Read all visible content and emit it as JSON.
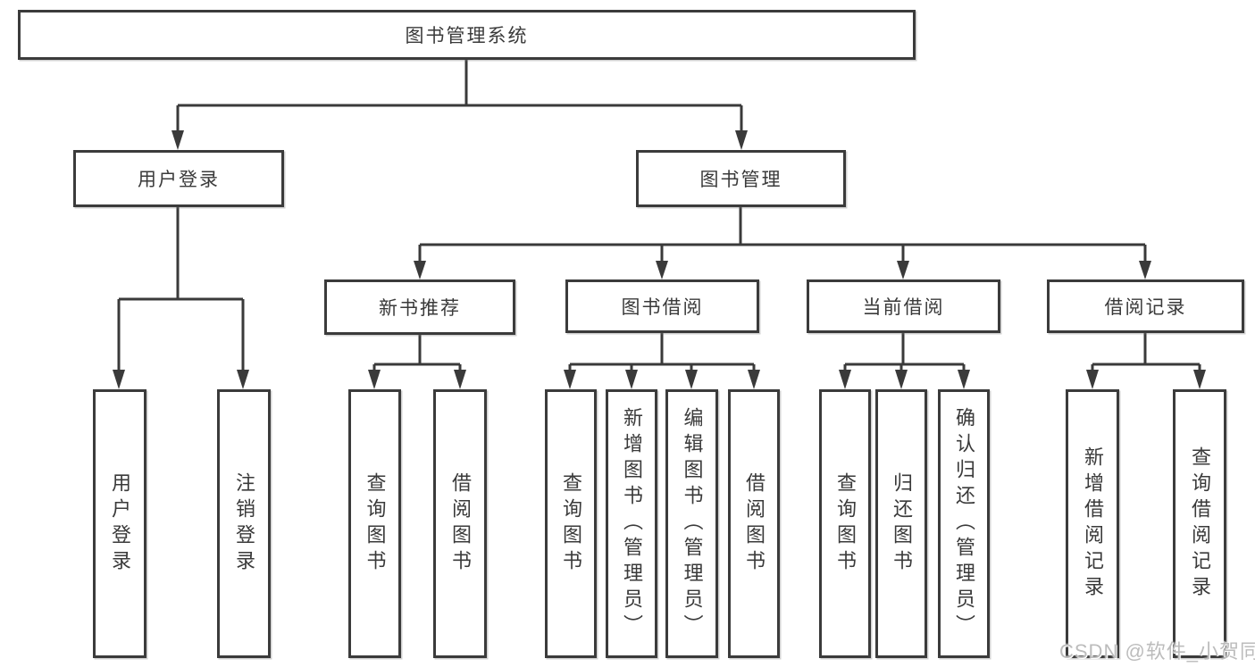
{
  "diagram": {
    "watermark": "CSDN @软件_小贺同学",
    "colors": {
      "line": "#3a3a3a",
      "box_border": "#3b3b3b",
      "text": "#3a3a3a",
      "background": "#ffffff",
      "watermark": "#bcbcbc"
    },
    "tree": {
      "root": {
        "label": "图书管理系统",
        "children": [
          {
            "label": "用户登录",
            "children": [
              {
                "label": "用户登录"
              },
              {
                "label": "注销登录"
              }
            ]
          },
          {
            "label": "图书管理",
            "children": [
              {
                "label": "新书推荐",
                "children": [
                  {
                    "label": "查询图书"
                  },
                  {
                    "label": "借阅图书"
                  }
                ]
              },
              {
                "label": "图书借阅",
                "children": [
                  {
                    "label": "查询图书"
                  },
                  {
                    "label": "新增图书（管理员）"
                  },
                  {
                    "label": "编辑图书（管理员）"
                  },
                  {
                    "label": "借阅图书"
                  }
                ]
              },
              {
                "label": "当前借阅",
                "children": [
                  {
                    "label": "查询图书"
                  },
                  {
                    "label": "归还图书"
                  },
                  {
                    "label": "确认归还（管理员）"
                  }
                ]
              },
              {
                "label": "借阅记录",
                "children": [
                  {
                    "label": "新增借阅记录"
                  },
                  {
                    "label": "查询借阅记录"
                  }
                ]
              }
            ]
          }
        ]
      }
    }
  }
}
